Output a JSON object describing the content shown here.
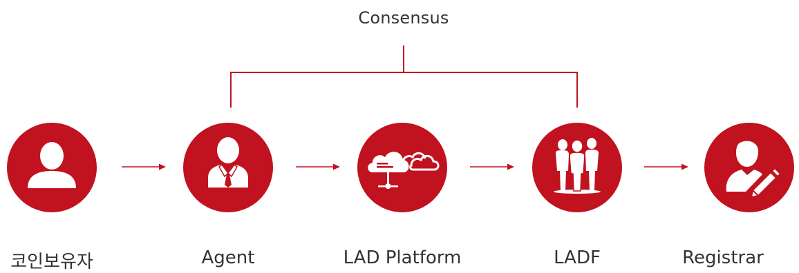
{
  "diagram": {
    "top_label": "Consensus",
    "accent_color": "#c1121f",
    "text_color": "#333333",
    "nodes": [
      {
        "label": "코인보유자",
        "icon": "person-icon"
      },
      {
        "label": "Agent",
        "icon": "agent-tie-icon"
      },
      {
        "label": "LAD Platform",
        "icon": "cloud-network-icon"
      },
      {
        "label": "LADF",
        "icon": "group-people-icon"
      },
      {
        "label": "Registrar",
        "icon": "person-edit-icon"
      }
    ],
    "edges": [
      {
        "from": "코인보유자",
        "to": "Agent"
      },
      {
        "from": "Agent",
        "to": "LAD Platform"
      },
      {
        "from": "LAD Platform",
        "to": "LADF"
      },
      {
        "from": "LADF",
        "to": "Registrar"
      }
    ],
    "bracket": {
      "label": "Consensus",
      "from": "Agent",
      "to": "LADF"
    }
  }
}
